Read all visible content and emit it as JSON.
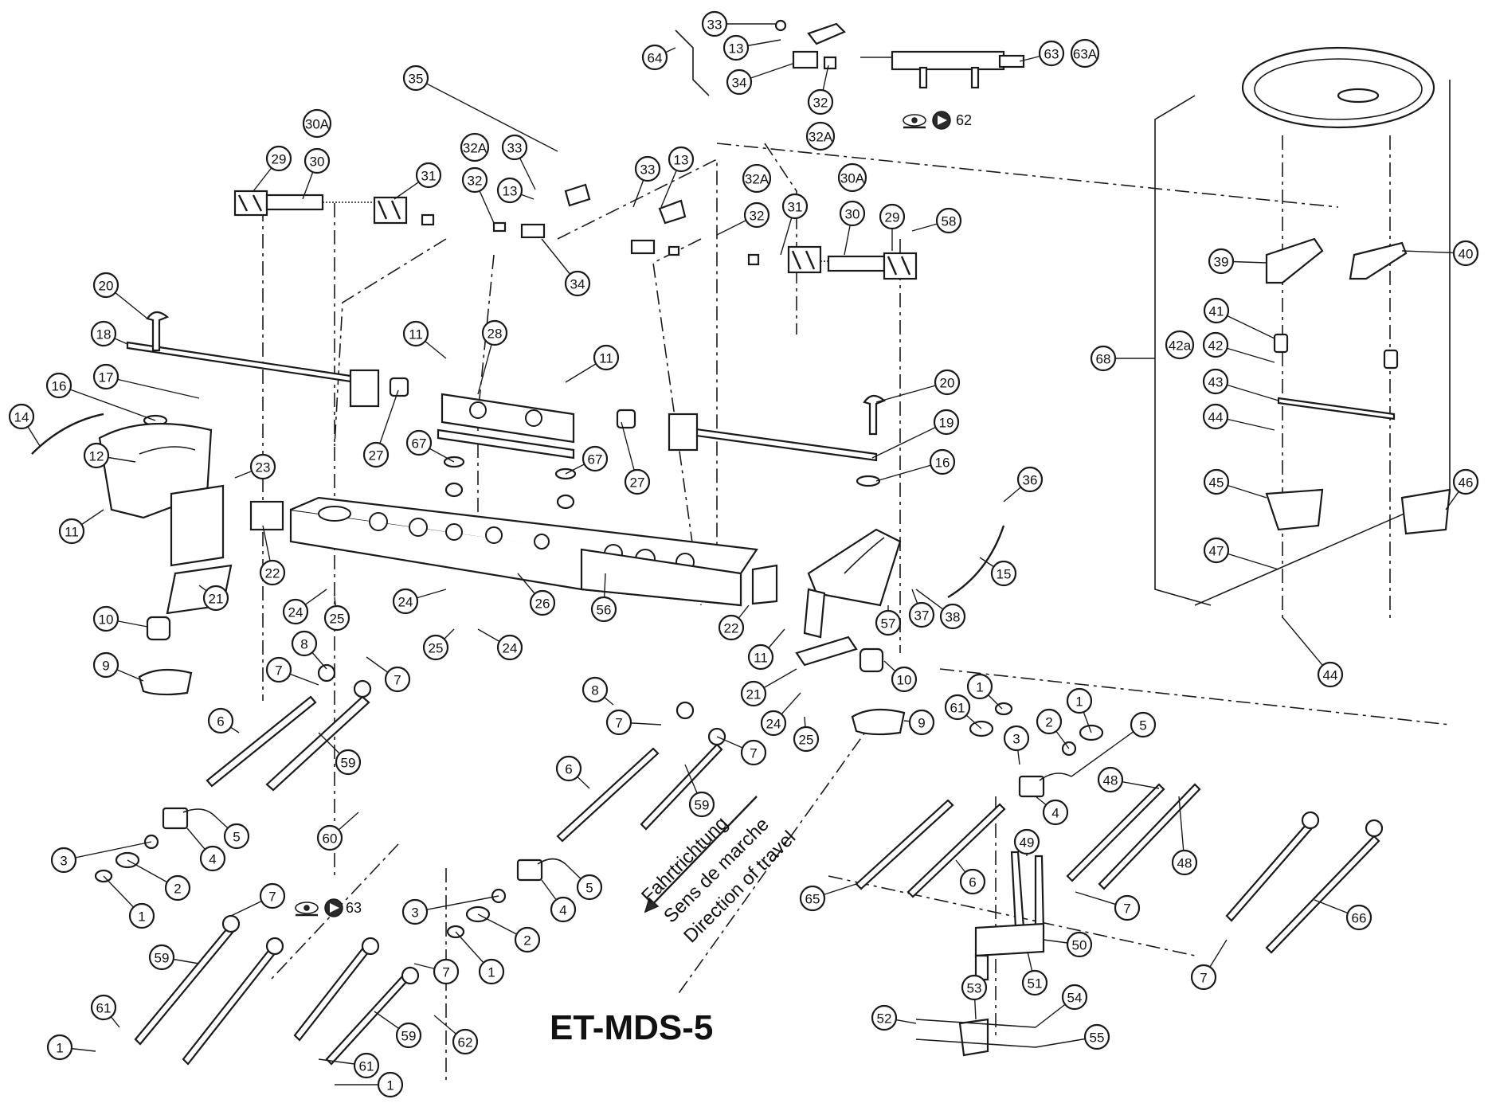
{
  "drawing": {
    "title": "ET-MDS-5",
    "travel_direction": [
      "Fahrtrichtung",
      "Sens de marche",
      "Direction of travel"
    ],
    "view_notes": [
      {
        "glyph": "eye-arrow-icon",
        "ref": "62"
      },
      {
        "glyph": "eye-arrow-icon",
        "ref": "63"
      }
    ]
  },
  "callouts": {
    "c33a": "33",
    "c13a": "13",
    "c34a": "34",
    "c64": "64",
    "c63": "63",
    "c63a": "63A",
    "c32a_top": "32",
    "c32A_top": "32A",
    "c35": "35",
    "c29l": "29",
    "c30Al": "30A",
    "c30l": "30",
    "c31l": "31",
    "c32Al": "32A",
    "c32l": "32",
    "c33b": "33",
    "c13b": "13",
    "c33c": "33",
    "c13c": "13",
    "c34b": "34",
    "c32Ar": "32A",
    "c32r": "32",
    "c31r": "31",
    "c30Ar": "30A",
    "c30r": "30",
    "c29r": "29",
    "c58": "58",
    "c39": "39",
    "c40": "40",
    "c41": "41",
    "c42a": "42a",
    "c42": "42",
    "c43": "43",
    "c44a": "44",
    "c68": "68",
    "c45": "45",
    "c46": "46",
    "c47": "47",
    "c44b": "44",
    "c20l": "20",
    "c18": "18",
    "c17": "17",
    "c16l": "16",
    "c14": "14",
    "c12": "12",
    "c23": "23",
    "c11l": "11",
    "c22l": "22",
    "c21l": "21",
    "c10l": "10",
    "c9l": "9",
    "c11a": "11",
    "c28": "28",
    "c11b": "11",
    "c27l": "27",
    "c67l": "67",
    "c67r": "67",
    "c27r": "27",
    "c20r": "20",
    "c19": "19",
    "c16r": "16",
    "c36": "36",
    "c15": "15",
    "c24a": "24",
    "c25a": "25",
    "c24b": "24",
    "c25b": "25",
    "c24c": "24",
    "c26": "26",
    "c56": "56",
    "c22r": "22",
    "c11r": "11",
    "c57": "57",
    "c37": "37",
    "c38": "38",
    "c21r": "21",
    "c10r": "10",
    "c9r": "9",
    "c24d": "24",
    "c25c": "25",
    "c8l": "8",
    "c7a": "7",
    "c7b": "7",
    "c6l": "6",
    "c59a": "59",
    "c60": "60",
    "c3l": "3",
    "c4l": "4",
    "c5l": "5",
    "c2l": "2",
    "c1l": "1",
    "c8m": "8",
    "c7c": "7",
    "c7d": "7",
    "c6m": "6",
    "c59b": "59",
    "c3m": "3",
    "c4m": "4",
    "c5m": "5",
    "c2m": "2",
    "c1m": "1",
    "c7e": "7",
    "c59c": "59",
    "c61a": "61",
    "c1a": "1",
    "c7f": "7",
    "c59d": "59",
    "c62": "62",
    "c61b": "61",
    "c1b": "1",
    "c1c": "1",
    "c61c": "61",
    "c1d": "1",
    "c2r": "2",
    "c3r": "3",
    "c5r": "5",
    "c4r": "4",
    "c48a": "48",
    "c48b": "48",
    "c65": "65",
    "c6r": "6",
    "c49": "49",
    "c7g": "7",
    "c50": "50",
    "c51": "51",
    "c53": "53",
    "c52": "52",
    "c54": "54",
    "c55": "55",
    "c66": "66",
    "c7h": "7"
  }
}
